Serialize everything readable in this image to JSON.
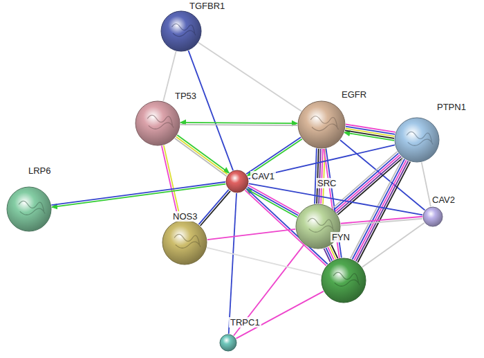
{
  "diagram": {
    "nodes": [
      {
        "text": [
          "TGFBR1"
        ]
      },
      {
        "text": [
          "TP53"
        ]
      },
      {
        "text": [
          "EGFR"
        ]
      },
      {
        "text": [
          "PTPN1"
        ]
      },
      {
        "text": [
          "CAV1"
        ]
      },
      {
        "text": [
          "LRP6"
        ]
      },
      {
        "text": [
          "NOS3"
        ]
      },
      {
        "text": [
          "SRC"
        ]
      },
      {
        "text": [
          "CAV2"
        ]
      },
      {
        "text": [
          "FYN"
        ]
      },
      {
        "text": [
          "TRPC1"
        ]
      }
    ],
    "edges": [
      {
        "from": 0,
        "to": 4,
        "arrow": "none"
      },
      {
        "from": 0,
        "to": 1,
        "arrow": "none"
      },
      {
        "from": 0,
        "to": 2,
        "arrow": "none"
      },
      {
        "from": 1,
        "to": 2,
        "arrow": "both"
      },
      {
        "from": 1,
        "to": 4,
        "arrow": "to"
      },
      {
        "from": 1,
        "to": 6,
        "arrow": "none"
      },
      {
        "from": 3,
        "to": 2,
        "arrow": "to"
      },
      {
        "from": 2,
        "to": 4,
        "arrow": "to"
      },
      {
        "from": 2,
        "to": 7,
        "arrow": "none"
      },
      {
        "from": 2,
        "to": 9,
        "arrow": "none"
      },
      {
        "from": 2,
        "to": 8,
        "arrow": "none"
      },
      {
        "from": 3,
        "to": 4,
        "arrow": "none"
      },
      {
        "from": 3,
        "to": 7,
        "arrow": "none"
      },
      {
        "from": 3,
        "to": 9,
        "arrow": "none"
      },
      {
        "from": 3,
        "to": 8,
        "arrow": "none"
      },
      {
        "from": 4,
        "to": 5,
        "arrow": "to"
      },
      {
        "from": 4,
        "to": 6,
        "arrow": "none"
      },
      {
        "from": 7,
        "to": 4,
        "arrow": "to"
      },
      {
        "from": 4,
        "to": 9,
        "arrow": "none"
      },
      {
        "from": 4,
        "to": 8,
        "arrow": "none"
      },
      {
        "from": 4,
        "to": 10,
        "arrow": "none"
      },
      {
        "from": 7,
        "to": 8,
        "arrow": "none"
      },
      {
        "from": 7,
        "to": 6,
        "arrow": "none"
      },
      {
        "from": 7,
        "to": 9,
        "arrow": "none"
      },
      {
        "from": 7,
        "to": 10,
        "arrow": "none"
      },
      {
        "from": 9,
        "to": 10,
        "arrow": "none"
      },
      {
        "from": 9,
        "to": 8,
        "arrow": "none"
      },
      {
        "from": 6,
        "to": 9,
        "arrow": "none"
      }
    ]
  }
}
